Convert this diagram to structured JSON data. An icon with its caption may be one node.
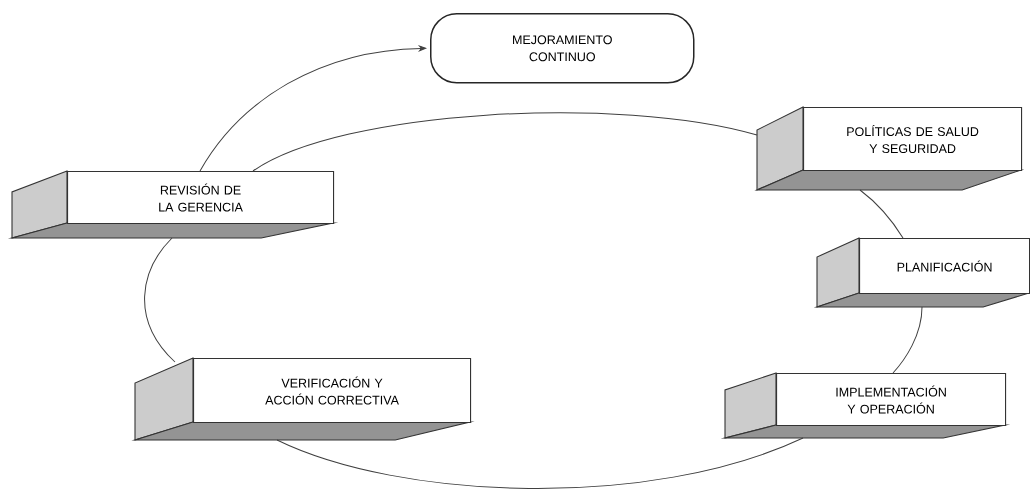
{
  "diagram": {
    "nodes": [
      {
        "text": [
          "MEJORAMIENTO CONTINUO"
        ]
      },
      {
        "text": [
          "POLÍTICAS DE SALUD Y SEGURIDAD"
        ]
      },
      {
        "text": [
          "PLANIFICACIÓN"
        ]
      },
      {
        "text": [
          "IMPLEMENTACIÓN Y OPERACIÓN"
        ]
      },
      {
        "text": [
          "VERIFICACIÓN Y ACCIÓN CORRECTIVA"
        ]
      },
      {
        "text": [
          "REVISIÓN DE LA GERENCIA"
        ]
      }
    ],
    "edges": [
      {
        "from": 5,
        "to": 0,
        "arrow": "to"
      },
      {
        "from": 5,
        "to": 1,
        "arrow": "none"
      },
      {
        "from": 1,
        "to": 2,
        "arrow": "none"
      },
      {
        "from": 2,
        "to": 3,
        "arrow": "none"
      },
      {
        "from": 3,
        "to": 4,
        "arrow": "none"
      },
      {
        "from": 4,
        "to": 5,
        "arrow": "none"
      }
    ]
  }
}
